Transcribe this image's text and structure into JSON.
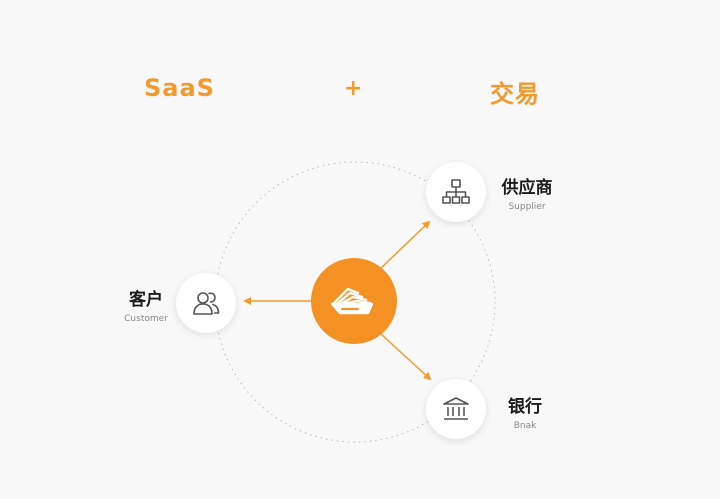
{
  "header": {
    "left": "SaaS",
    "plus": "+",
    "right": "交易"
  },
  "hub": {
    "icon": "cards-fan-icon",
    "color": "#f39124"
  },
  "nodes": {
    "supplier": {
      "label": "供应商",
      "sublabel": "Supplier",
      "icon": "org-chart-icon"
    },
    "customer": {
      "label": "客户",
      "sublabel": "Customer",
      "icon": "users-icon"
    },
    "bank": {
      "label": "银行",
      "sublabel": "Bnak",
      "icon": "bank-icon"
    }
  },
  "colors": {
    "accent": "#f39a2e",
    "text": "#1a1a1a",
    "subtext": "#888888",
    "background": "#f8f8f8"
  }
}
